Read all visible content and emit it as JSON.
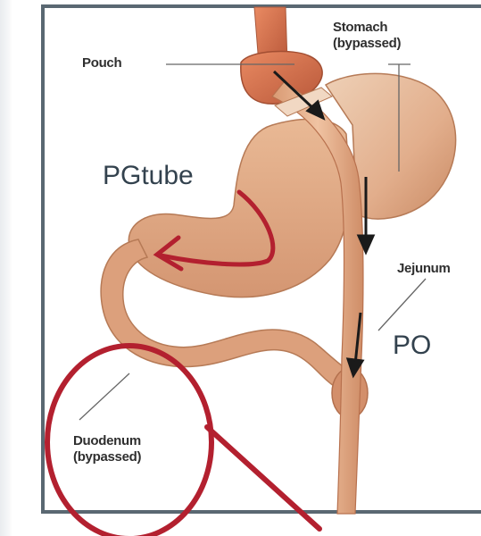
{
  "labels": {
    "pouch": "Pouch",
    "stomach_line1": "Stomach",
    "stomach_line2": "(bypassed)",
    "jejunum": "Jejunum",
    "duodenum_line1": "Duodenum",
    "duodenum_line2": "(bypassed)",
    "pgtube": "PGtube",
    "po": "PO"
  },
  "colors": {
    "tissue": "#e3a57f",
    "tissue_dark": "#b8694a",
    "pouch": "#d9734e",
    "annotation_red": "#b3202f",
    "frame": "#5a6872"
  }
}
